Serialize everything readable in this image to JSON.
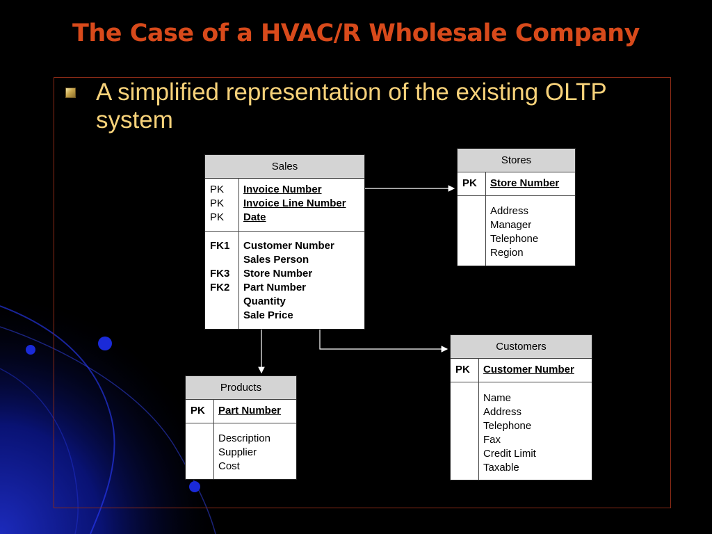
{
  "title": "The Case of a HVAC/R Wholesale Company",
  "bullet": "A simplified representation of the existing OLTP system",
  "entities": {
    "sales": {
      "name": "Sales",
      "pk_keys": "PK\nPK\nPK",
      "pk_fields": "Invoice Number\nInvoice Line Number\nDate",
      "keys": "FK1\n\nFK3\nFK2",
      "fields": "Customer Number\nSales Person\nStore Number\nPart Number\nQuantity\nSale Price"
    },
    "stores": {
      "name": "Stores",
      "pk_keys": "PK",
      "pk_fields": "Store Number",
      "fields": "Address\nManager\nTelephone\nRegion"
    },
    "products": {
      "name": "Products",
      "pk_keys": "PK",
      "pk_fields": "Part Number",
      "fields": "Description\nSupplier\nCost"
    },
    "customers": {
      "name": "Customers",
      "pk_keys": "PK",
      "pk_fields": "Customer Number",
      "fields": "Name\nAddress\nTelephone\nFax\nCredit Limit\nTaxable"
    }
  }
}
